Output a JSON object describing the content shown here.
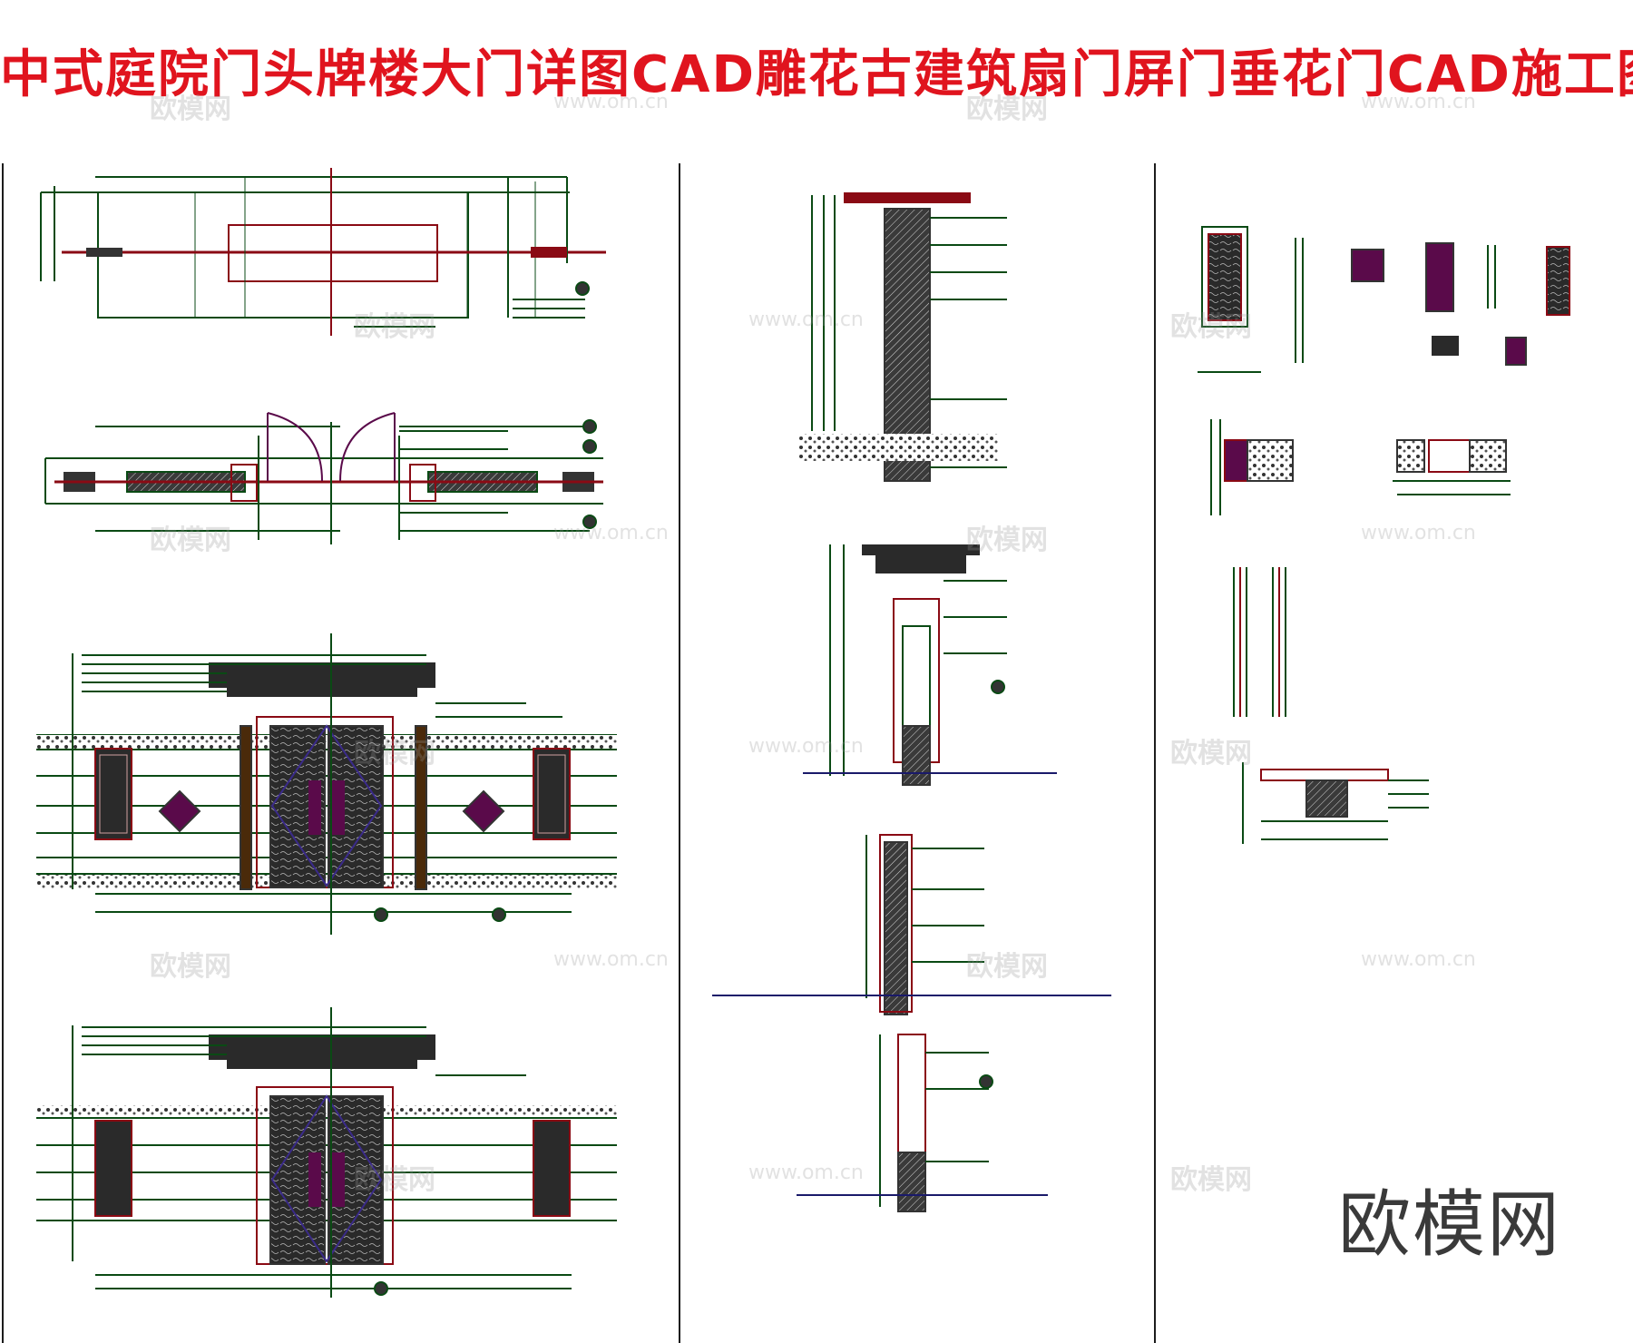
{
  "title": "中式庭院门头牌楼大门详图CAD雕花古建筑扇门屏门垂花门CAD施工图",
  "brand_mark": "欧模网",
  "watermark_text": "欧模网",
  "watermark_url": "www.om.cn",
  "colors": {
    "title": "#e0141e",
    "cad_line": "#0a4a14",
    "cad_red": "#8a0a14",
    "cad_fill": "#2a2a2a",
    "cad_purple": "#5a0a4a",
    "background": "#ffffff"
  },
  "drawings": {
    "col1": [
      "plan-top",
      "plan-doors",
      "elevation-front",
      "elevation-back"
    ],
    "col2": [
      "section-1",
      "section-2",
      "section-3",
      "section-4"
    ],
    "col3": [
      "detail-cluster",
      "detail-joints",
      "detail-slats",
      "detail-eave"
    ]
  }
}
